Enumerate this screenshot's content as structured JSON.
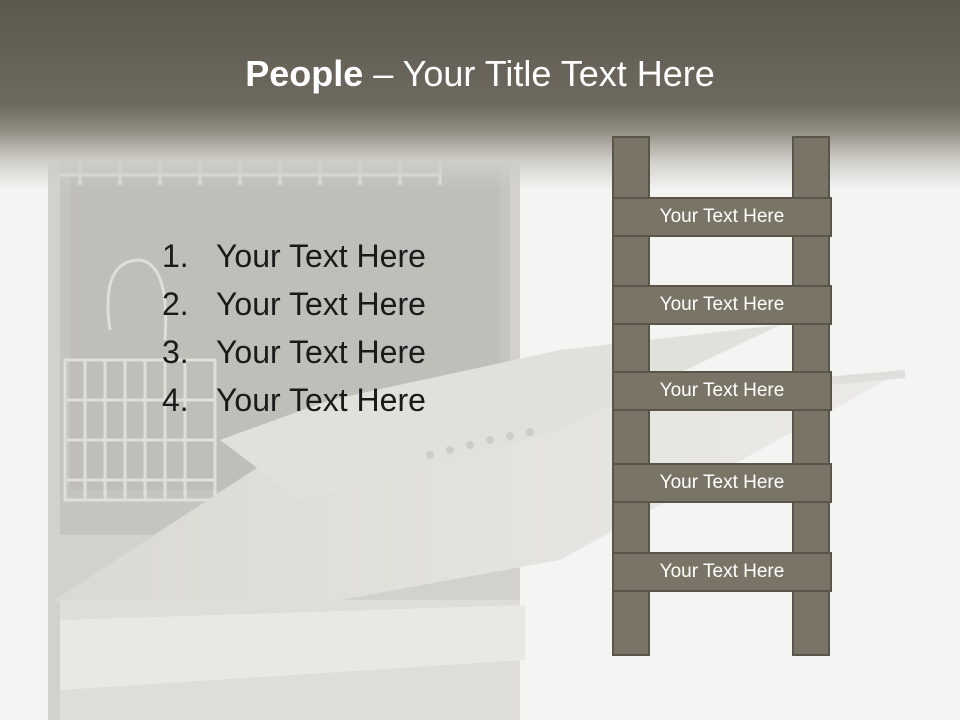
{
  "title": {
    "bold": "People",
    "rest": " – Your Title Text Here"
  },
  "list_items": [
    {
      "number": "1.",
      "text": "Your Text Here"
    },
    {
      "number": "2.",
      "text": "Your Text Here"
    },
    {
      "number": "3.",
      "text": "Your Text Here"
    },
    {
      "number": "4.",
      "text": "Your Text Here"
    }
  ],
  "ladder_rungs": [
    {
      "label": "Your Text Here"
    },
    {
      "label": "Your Text Here"
    },
    {
      "label": "Your Text Here"
    },
    {
      "label": "Your Text Here"
    },
    {
      "label": "Your Text Here"
    }
  ],
  "colors": {
    "title_bar": "#6e695e",
    "ladder": "#7a7466",
    "ladder_border": "#5a5549",
    "background": "#f4f4f2"
  }
}
